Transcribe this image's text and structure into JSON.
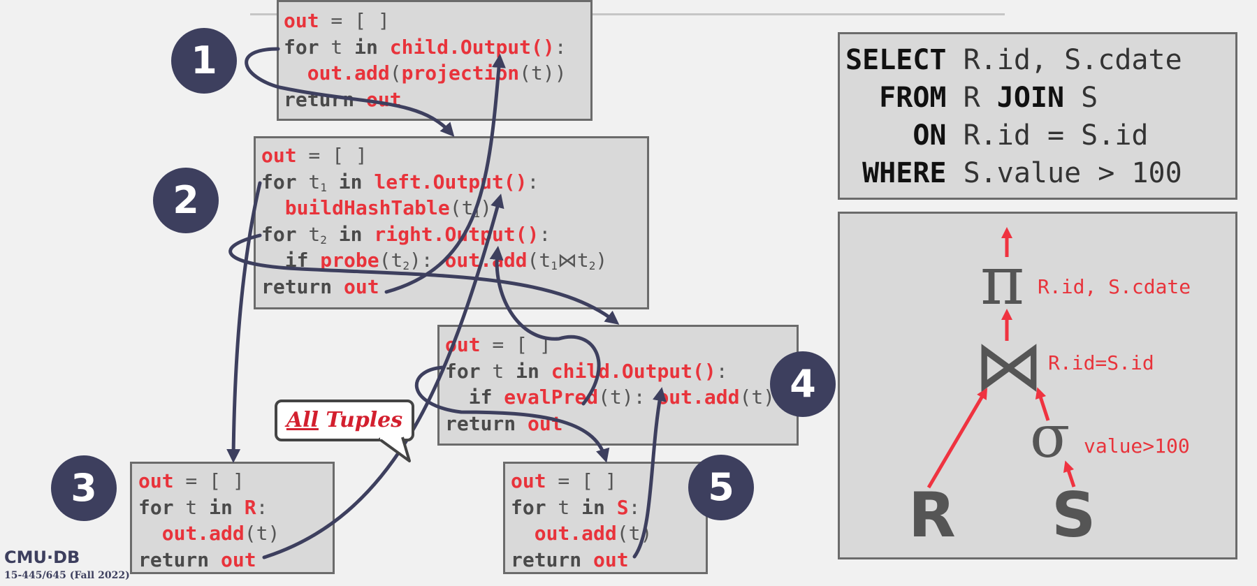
{
  "operators": {
    "proj": {
      "number": "1",
      "lines": [
        [
          {
            "t": "out",
            "c": "r"
          },
          {
            "t": " = [ ]",
            "c": "p"
          }
        ],
        [
          {
            "t": "for",
            "c": "k"
          },
          {
            "t": " t ",
            "c": "p"
          },
          {
            "t": "in",
            "c": "k"
          },
          {
            "t": " ",
            "c": "p"
          },
          {
            "t": "child.Output()",
            "c": "r"
          },
          {
            "t": ":",
            "c": "p"
          }
        ],
        [
          {
            "t": "  ",
            "c": "p"
          },
          {
            "t": "out.add",
            "c": "r"
          },
          {
            "t": "(",
            "c": "p"
          },
          {
            "t": "projection",
            "c": "r"
          },
          {
            "t": "(t))",
            "c": "p"
          }
        ],
        [
          {
            "t": "return",
            "c": "k"
          },
          {
            "t": " ",
            "c": "p"
          },
          {
            "t": "out",
            "c": "r"
          }
        ]
      ]
    },
    "join": {
      "number": "2",
      "lines": [
        [
          {
            "t": "out",
            "c": "r"
          },
          {
            "t": " = [ ]",
            "c": "p"
          }
        ],
        [
          {
            "t": "for",
            "c": "k"
          },
          {
            "t": " t",
            "c": "p"
          },
          {
            "t": "1",
            "c": "sub"
          },
          {
            "t": " ",
            "c": "p"
          },
          {
            "t": "in",
            "c": "k"
          },
          {
            "t": " ",
            "c": "p"
          },
          {
            "t": "left.Output()",
            "c": "r"
          },
          {
            "t": ":",
            "c": "p"
          }
        ],
        [
          {
            "t": "  ",
            "c": "p"
          },
          {
            "t": "buildHashTable",
            "c": "r"
          },
          {
            "t": "(t",
            "c": "p"
          },
          {
            "t": "1",
            "c": "sub"
          },
          {
            "t": ")",
            "c": "p"
          }
        ],
        [
          {
            "t": "for",
            "c": "k"
          },
          {
            "t": " t",
            "c": "p"
          },
          {
            "t": "2",
            "c": "sub"
          },
          {
            "t": " ",
            "c": "p"
          },
          {
            "t": "in",
            "c": "k"
          },
          {
            "t": " ",
            "c": "p"
          },
          {
            "t": "right.Output()",
            "c": "r"
          },
          {
            "t": ":",
            "c": "p"
          }
        ],
        [
          {
            "t": "  ",
            "c": "p"
          },
          {
            "t": "if",
            "c": "k"
          },
          {
            "t": " ",
            "c": "p"
          },
          {
            "t": "probe",
            "c": "r"
          },
          {
            "t": "(t",
            "c": "p"
          },
          {
            "t": "2",
            "c": "sub"
          },
          {
            "t": "): ",
            "c": "p"
          },
          {
            "t": "out.add",
            "c": "r"
          },
          {
            "t": "(t",
            "c": "p"
          },
          {
            "t": "1",
            "c": "sub"
          },
          {
            "t": "⋈t",
            "c": "p"
          },
          {
            "t": "2",
            "c": "sub"
          },
          {
            "t": ")",
            "c": "p"
          }
        ],
        [
          {
            "t": "return",
            "c": "k"
          },
          {
            "t": " ",
            "c": "p"
          },
          {
            "t": "out",
            "c": "r"
          }
        ]
      ]
    },
    "scanR": {
      "number": "3",
      "lines": [
        [
          {
            "t": "out",
            "c": "r"
          },
          {
            "t": " = [ ]",
            "c": "p"
          }
        ],
        [
          {
            "t": "for",
            "c": "k"
          },
          {
            "t": " t ",
            "c": "p"
          },
          {
            "t": "in",
            "c": "k"
          },
          {
            "t": " ",
            "c": "p"
          },
          {
            "t": "R",
            "c": "r"
          },
          {
            "t": ":",
            "c": "p"
          }
        ],
        [
          {
            "t": "  ",
            "c": "p"
          },
          {
            "t": "out.add",
            "c": "r"
          },
          {
            "t": "(t)",
            "c": "p"
          }
        ],
        [
          {
            "t": "return",
            "c": "k"
          },
          {
            "t": " ",
            "c": "p"
          },
          {
            "t": "out",
            "c": "r"
          }
        ]
      ]
    },
    "filter": {
      "number": "4",
      "lines": [
        [
          {
            "t": "out",
            "c": "r"
          },
          {
            "t": " = [ ]",
            "c": "p"
          }
        ],
        [
          {
            "t": "for",
            "c": "k"
          },
          {
            "t": " t ",
            "c": "p"
          },
          {
            "t": "in",
            "c": "k"
          },
          {
            "t": " ",
            "c": "p"
          },
          {
            "t": "child.Output()",
            "c": "r"
          },
          {
            "t": ":",
            "c": "p"
          }
        ],
        [
          {
            "t": "  ",
            "c": "p"
          },
          {
            "t": "if",
            "c": "k"
          },
          {
            "t": " ",
            "c": "p"
          },
          {
            "t": "evalPred",
            "c": "r"
          },
          {
            "t": "(t): ",
            "c": "p"
          },
          {
            "t": "out.add",
            "c": "r"
          },
          {
            "t": "(t)",
            "c": "p"
          }
        ],
        [
          {
            "t": "return",
            "c": "k"
          },
          {
            "t": " ",
            "c": "p"
          },
          {
            "t": "out",
            "c": "r"
          }
        ]
      ]
    },
    "scanS": {
      "number": "5",
      "lines": [
        [
          {
            "t": "out",
            "c": "r"
          },
          {
            "t": " = [ ]",
            "c": "p"
          }
        ],
        [
          {
            "t": "for",
            "c": "k"
          },
          {
            "t": " t ",
            "c": "p"
          },
          {
            "t": "in",
            "c": "k"
          },
          {
            "t": " ",
            "c": "p"
          },
          {
            "t": "S",
            "c": "r"
          },
          {
            "t": ":",
            "c": "p"
          }
        ],
        [
          {
            "t": "  ",
            "c": "p"
          },
          {
            "t": "out.add",
            "c": "r"
          },
          {
            "t": "(t)",
            "c": "p"
          }
        ],
        [
          {
            "t": "return",
            "c": "k"
          },
          {
            "t": " ",
            "c": "p"
          },
          {
            "t": "out",
            "c": "r"
          }
        ]
      ]
    }
  },
  "callout": {
    "emph": "All",
    "rest": " Tuples"
  },
  "sql": {
    "lines": [
      {
        "kw": "SELECT",
        "rest": " R.id, S.cdate"
      },
      {
        "kw": "  FROM",
        "rest": " R ",
        "kw2": "JOIN",
        "rest2": " S"
      },
      {
        "kw": "    ON",
        "rest": " R.id = S.id"
      },
      {
        "kw": " WHERE",
        "rest": " S.value > 100"
      }
    ]
  },
  "plan": {
    "projection": {
      "symbol": "π",
      "label": "R.id, S.cdate"
    },
    "join": {
      "symbol": "⋈",
      "label": "R.id=S.id"
    },
    "selection": {
      "symbol": "σ",
      "label": "value>100"
    },
    "left": "R",
    "right": "S"
  },
  "colors": {
    "accent": "#e8333b",
    "navy": "#3d3f5e",
    "box": "#d9d9d9"
  },
  "footer": {
    "logo": "CMU·DB",
    "course": "15-445/645 (Fall 2022)"
  }
}
